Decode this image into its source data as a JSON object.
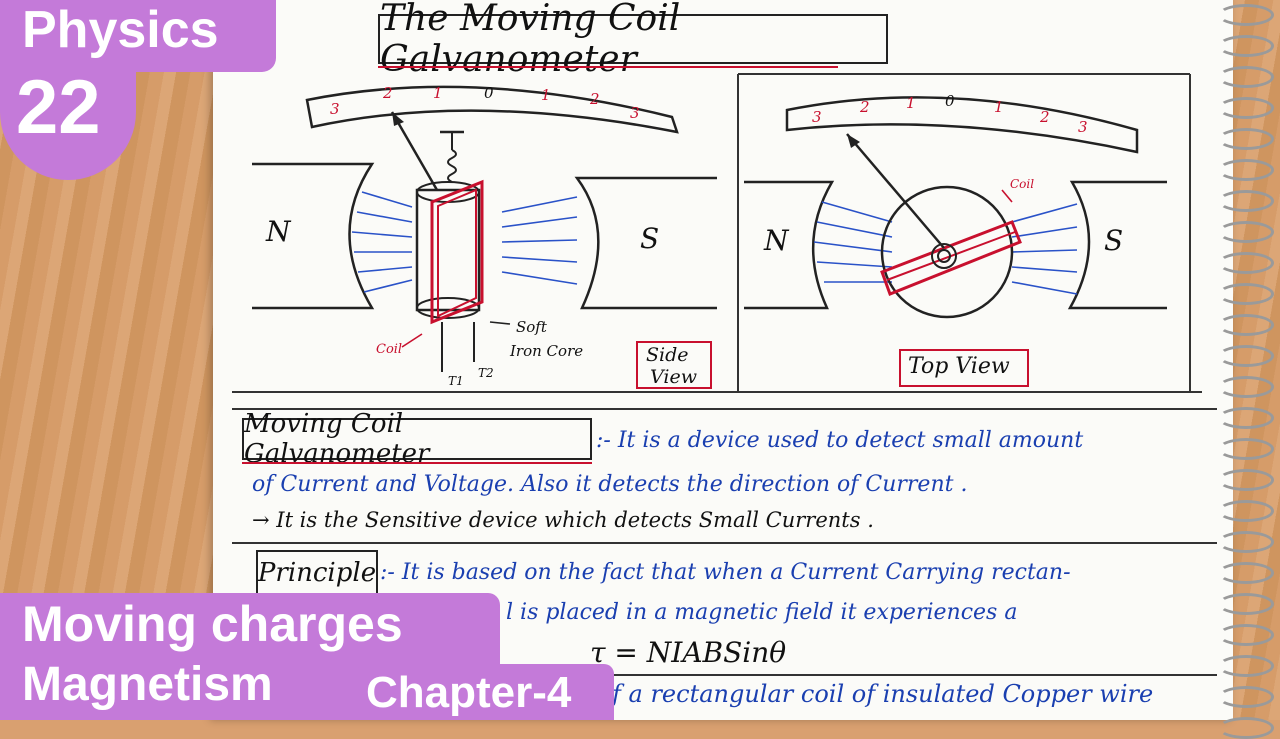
{
  "badges": {
    "subject": "Physics",
    "number": "22",
    "topic_line1": "Moving charges",
    "topic_line2": "Magnetism",
    "chapter": "Chapter-4"
  },
  "notes": {
    "title": "The Moving Coil Galvanometer",
    "side_view_label_1": "Side",
    "side_view_label_2": "View",
    "top_view_label": "Top View",
    "pole_n": "N",
    "pole_s": "S",
    "coil_label": "Coil",
    "soft_iron_1": "Soft",
    "soft_iron_2": "Iron Core",
    "terminal_1": "T1",
    "terminal_2": "T2",
    "scale_side": [
      "3",
      "2",
      "1",
      "0",
      "1",
      "2",
      "3"
    ],
    "scale_top": [
      "3",
      "2",
      "1",
      "0",
      "1",
      "2",
      "3"
    ],
    "definition_term": "Moving Coil Galvanometer",
    "definition_line1": ":- It is a device used to detect small amount",
    "definition_line2": "of Current and Voltage. Also it detects the direction of Current .",
    "definition_line3": "→ It is the Sensitive device which detects Small Currents .",
    "principle_term": "Principle",
    "principle_line1": ":- It is based on the fact that when a Current Carrying rectan-",
    "principle_line2": "l is placed in a magnetic field it experiences a",
    "formula": "τ = NIABSinθ",
    "construction_line": "f a rectangular coil of insulated Copper wire"
  },
  "colors": {
    "badge": "#c47ad9",
    "ink_blue": "#1a3fb0",
    "ink_red": "#c8102e",
    "ink_black": "#111111"
  }
}
